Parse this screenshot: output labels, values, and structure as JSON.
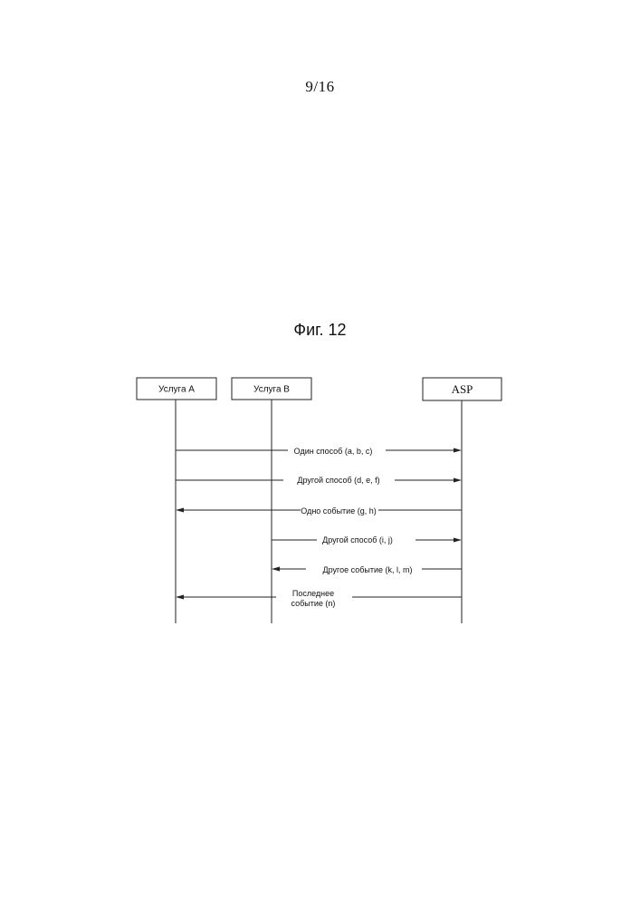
{
  "page": {
    "number": "9/16",
    "figure_title": "Фиг. 12"
  },
  "participants": [
    {
      "id": "service-a",
      "label": "Услуга A"
    },
    {
      "id": "service-b",
      "label": "Услуга B"
    },
    {
      "id": "asp",
      "label": "ASP"
    }
  ],
  "messages": [
    {
      "from": "service-a",
      "to": "asp",
      "label_lines": [
        "Один способ (a, b, c)"
      ]
    },
    {
      "from": "service-a",
      "to": "asp",
      "label_lines": [
        "Другой способ (d, e, f)"
      ]
    },
    {
      "from": "asp",
      "to": "service-a",
      "label_lines": [
        "Одно событие (g, h)"
      ]
    },
    {
      "from": "service-b",
      "to": "asp",
      "label_lines": [
        "Другой способ (i, j)"
      ]
    },
    {
      "from": "asp",
      "to": "service-b",
      "label_lines": [
        "Другое событие (k, l, m)"
      ]
    },
    {
      "from": "asp",
      "to": "service-a",
      "label_lines": [
        "Последнее",
        "событие (n)"
      ]
    }
  ]
}
